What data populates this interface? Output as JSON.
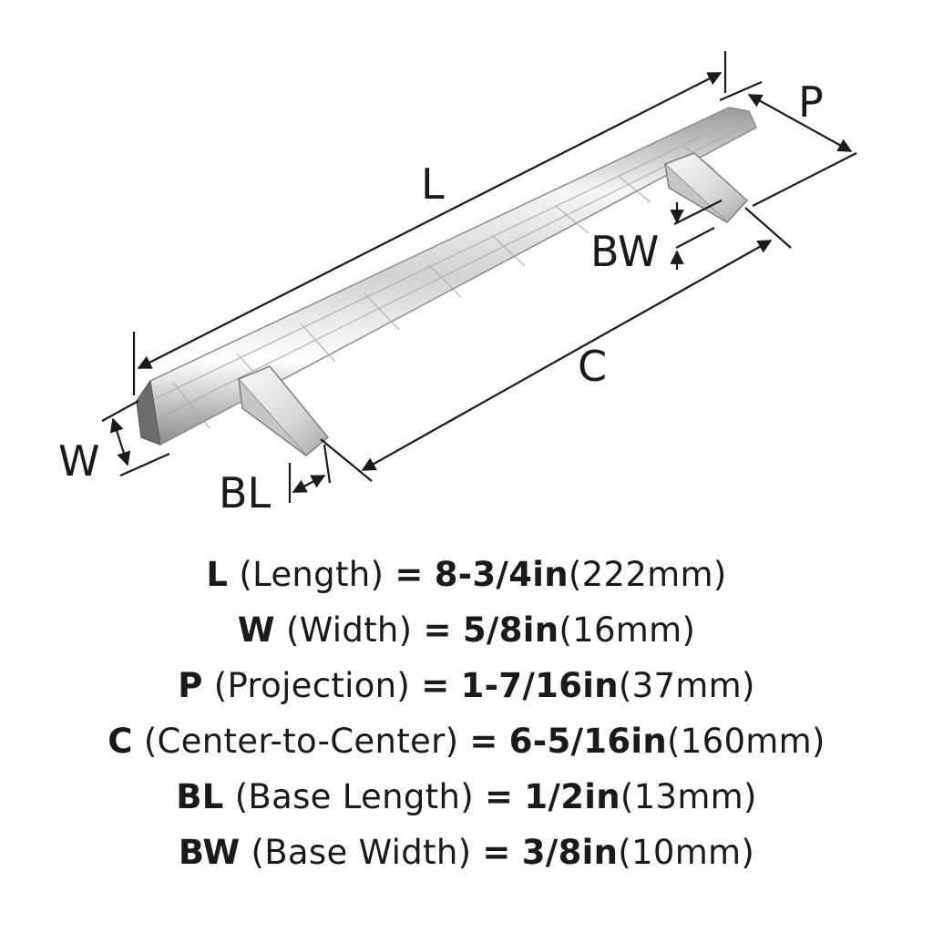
{
  "labels": {
    "L": "L",
    "P": "P",
    "BW": "BW",
    "C": "C",
    "W": "W",
    "BL": "BL"
  },
  "specs": [
    {
      "code": "L",
      "name": "(Length)",
      "eq": "=",
      "inch": "8-3/4in",
      "mm": "(222mm)"
    },
    {
      "code": "W",
      "name": "(Width)",
      "eq": "=",
      "inch": "5/8in",
      "mm": "(16mm)"
    },
    {
      "code": "P",
      "name": "(Projection)",
      "eq": "=",
      "inch": "1-7/16in",
      "mm": "(37mm)"
    },
    {
      "code": "C",
      "name": "(Center-to-Center)",
      "eq": "=",
      "inch": "6-5/16in",
      "mm": "(160mm)"
    },
    {
      "code": "BL",
      "name": "(Base Length)",
      "eq": "=",
      "inch": "1/2in",
      "mm": "(13mm)"
    },
    {
      "code": "BW",
      "name": "(Base Width)",
      "eq": "=",
      "inch": "3/8in",
      "mm": "(10mm)"
    }
  ],
  "colors": {
    "line": "#1a1a1a",
    "metal_light": "#f4f4f4",
    "metal_mid": "#cfcfcf",
    "metal_dark": "#8f8f8f"
  }
}
